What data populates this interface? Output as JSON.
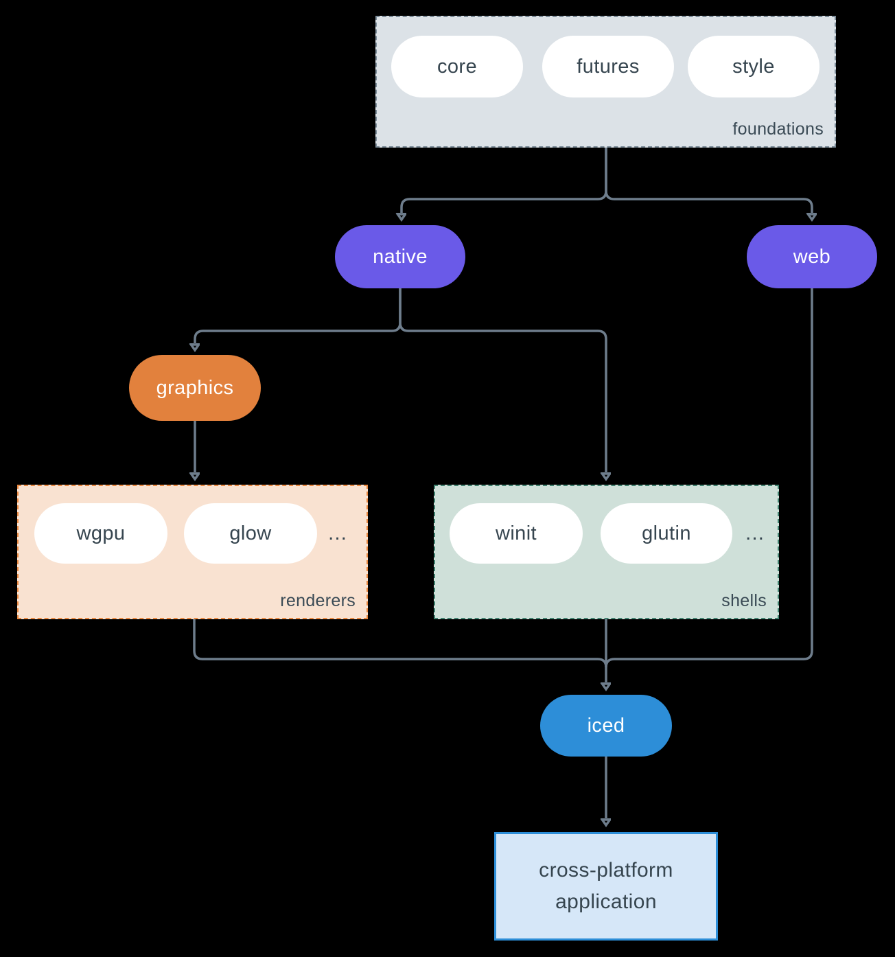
{
  "colors": {
    "background": "#000000",
    "edge": "#6e7d8c",
    "purple": "#6a5ae8",
    "orange": "#e2813d",
    "blue": "#2d8ed8",
    "pill-white": "#ffffff",
    "node-text-dark": "#36454f",
    "label-text": "#3a4a55",
    "foundations-bg": "#dce2e7",
    "foundations-border": "#7b8b98",
    "renderers-bg": "#f9e2d1",
    "renderers-border": "#e8873f",
    "shells-bg": "#cfe0d9",
    "shells-border": "#3f806e",
    "app-bg": "#d6e7f8"
  },
  "groups": {
    "foundations": {
      "label": "foundations",
      "pills": [
        "core",
        "futures",
        "style"
      ]
    },
    "renderers": {
      "label": "renderers",
      "pills": [
        "wgpu",
        "glow"
      ],
      "more": "..."
    },
    "shells": {
      "label": "shells",
      "pills": [
        "winit",
        "glutin"
      ],
      "more": "..."
    }
  },
  "nodes": {
    "native": "native",
    "web": "web",
    "graphics": "graphics",
    "iced": "iced"
  },
  "application": {
    "lines": [
      "cross-platform",
      "application"
    ]
  }
}
